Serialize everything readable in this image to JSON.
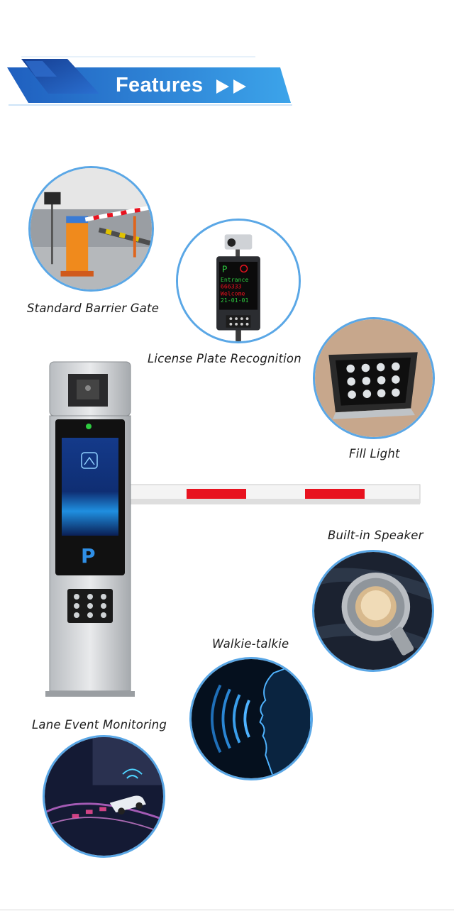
{
  "banner": {
    "title": "Features"
  },
  "features": [
    {
      "id": "barrier",
      "label": "Standard Barrier Gate"
    },
    {
      "id": "lpr",
      "label": "License Plate Recognition",
      "screen_lines": [
        "Entrance",
        "666333",
        "Welcome",
        "21-01-01"
      ],
      "screen_sign": "P"
    },
    {
      "id": "fill",
      "label": "Fill Light"
    },
    {
      "id": "speaker",
      "label": "Built-in Speaker"
    },
    {
      "id": "walkie",
      "label": "Walkie-talkie"
    },
    {
      "id": "lane",
      "label": "Lane Event Monitoring"
    }
  ],
  "product": {
    "screen_logo": "P"
  },
  "colors": {
    "accent": "#5aa7e6",
    "banner_blue": "#2f7fd6",
    "boom_red": "#e8121f"
  }
}
